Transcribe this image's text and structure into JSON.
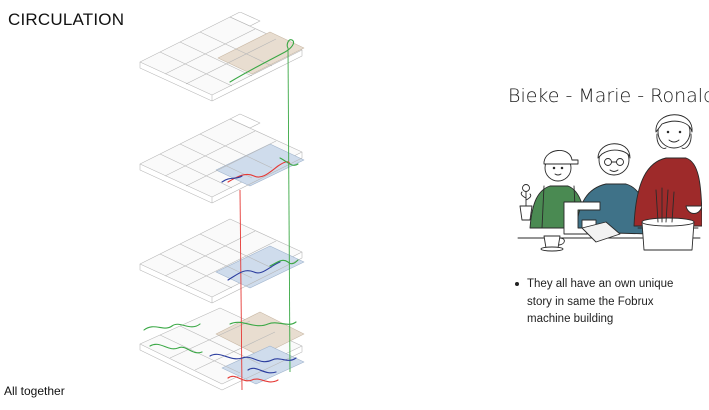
{
  "slide": {
    "title": "CIRCULATION",
    "caption": "All together"
  },
  "diagram": {
    "kind": "exploded axonometric building floor plans",
    "levels": 4,
    "route_colors": {
      "green": "#3aa845",
      "red": "#e53935",
      "blue": "#2c3e9f",
      "floor_tint_beige": "#e8ddd0",
      "floor_tint_blue": "#cfdcec",
      "line_gray": "#b8b8b8"
    }
  },
  "side_panel": {
    "heading": "Bieke - Marie - Ronaldo",
    "illustration": "three-people-sketch",
    "colors": {
      "boy_shirt": "#4a8a52",
      "woman_sweater": "#3f7288",
      "older_woman_sweater": "#9e2a2a"
    },
    "bullets": [
      "They all have an own unique story in same the Fobrux machine building"
    ]
  }
}
